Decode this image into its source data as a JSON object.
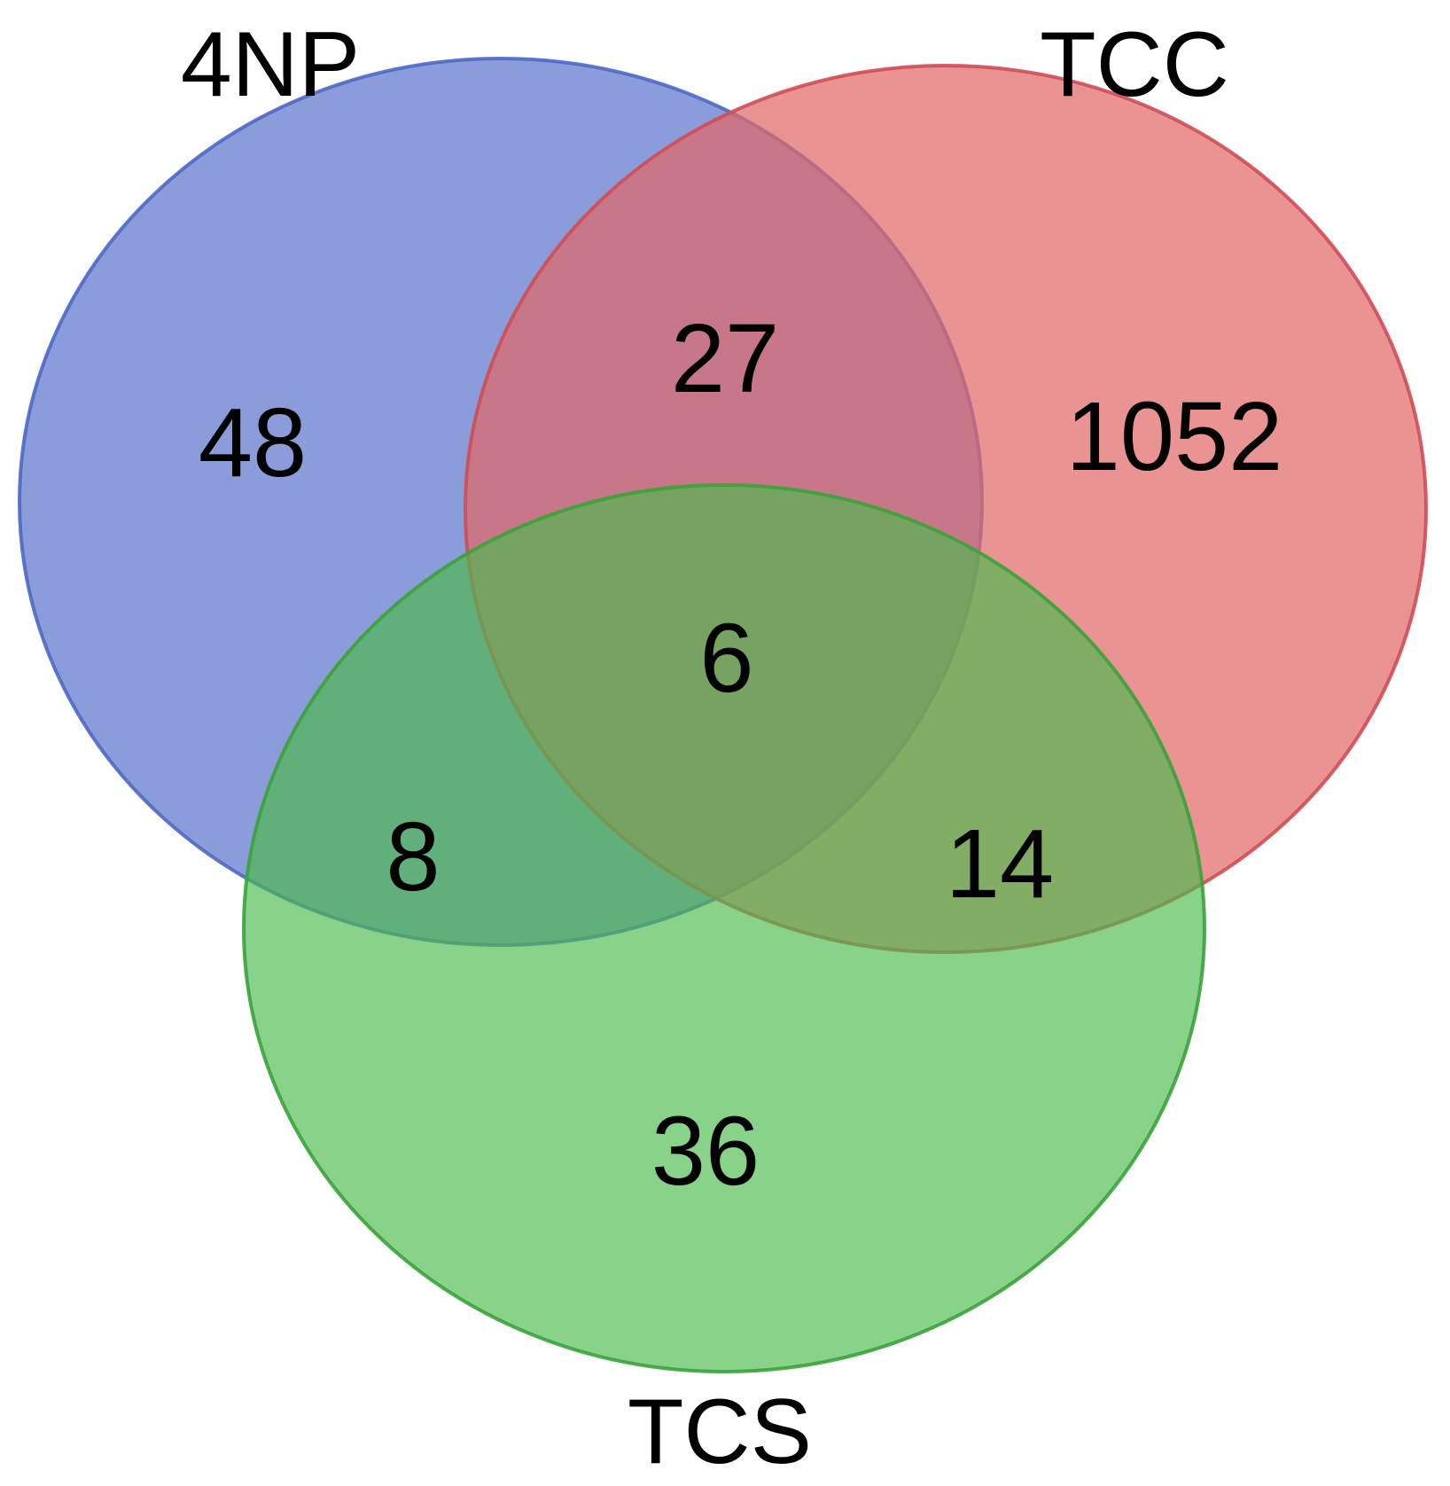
{
  "sets": [
    {
      "id": "4NP",
      "label": "4NP",
      "color": "#4d68c6",
      "fill_opacity": 0.66
    },
    {
      "id": "TCC",
      "label": "TCC",
      "color": "#e06a6a",
      "fill_opacity": 0.72
    },
    {
      "id": "TCS",
      "label": "TCS",
      "color": "#4cba4c",
      "fill_opacity": 0.66
    }
  ],
  "regions": {
    "only_4NP": "48",
    "only_TCC": "1052",
    "only_TCS": "36",
    "4NP_TCC": "27",
    "4NP_TCS": "8",
    "TCC_TCS": "14",
    "all_three": "6"
  }
}
